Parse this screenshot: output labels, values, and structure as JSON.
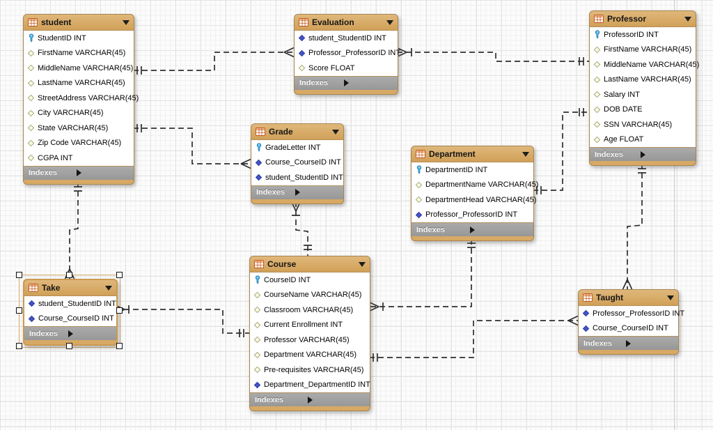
{
  "diagram": {
    "type": "eer-diagram",
    "notation": "crows-foot",
    "selected_table": "Take"
  },
  "palette": {
    "table_header": "#D7A964",
    "table_footer": "#9B9B9B",
    "table_body": "#FFFFFF",
    "selection_handle": "#FFFFFF",
    "connector": "#2E2E2E",
    "grid_minor": "#F0F0F0",
    "grid_major": "#E3E3E3",
    "page_boundary": "#C9C9C9",
    "primary_key_icon_color": "#3FA9DC",
    "foreign_key_icon_color": "#3D4EC6",
    "attribute_icon_color": "#A8A878"
  },
  "tables": [
    {
      "name": "student",
      "selected": false,
      "footer": "Indexes",
      "fields": [
        {
          "icon": "primary-key",
          "text": "StudentID INT"
        },
        {
          "icon": "attribute",
          "text": "FirstName VARCHAR(45)"
        },
        {
          "icon": "attribute",
          "text": "MiddleName VARCHAR(45)"
        },
        {
          "icon": "attribute",
          "text": "LastName VARCHAR(45)"
        },
        {
          "icon": "attribute",
          "text": "StreetAddress VARCHAR(45)"
        },
        {
          "icon": "attribute",
          "text": "City VARCHAR(45)"
        },
        {
          "icon": "attribute",
          "text": "State VARCHAR(45)"
        },
        {
          "icon": "attribute",
          "text": "Zip Code VARCHAR(45)"
        },
        {
          "icon": "attribute",
          "text": "CGPA INT"
        }
      ]
    },
    {
      "name": "Evaluation",
      "selected": false,
      "footer": "Indexes",
      "fields": [
        {
          "icon": "foreign-key",
          "text": "student_StudentID INT"
        },
        {
          "icon": "foreign-key",
          "text": "Professor_ProfessorID INT"
        },
        {
          "icon": "attribute",
          "text": "Score FLOAT"
        }
      ]
    },
    {
      "name": "Professor",
      "selected": false,
      "footer": "Indexes",
      "fields": [
        {
          "icon": "primary-key",
          "text": "ProfessorID INT"
        },
        {
          "icon": "attribute",
          "text": "FirstName VARCHAR(45)"
        },
        {
          "icon": "attribute",
          "text": "MiddleName VARCHAR(45)"
        },
        {
          "icon": "attribute",
          "text": "LastName VARCHAR(45)"
        },
        {
          "icon": "attribute",
          "text": "Salary INT"
        },
        {
          "icon": "attribute",
          "text": "DOB DATE"
        },
        {
          "icon": "attribute",
          "text": "SSN VARCHAR(45)"
        },
        {
          "icon": "attribute",
          "text": "Age FLOAT"
        }
      ]
    },
    {
      "name": "Grade",
      "selected": false,
      "footer": "Indexes",
      "fields": [
        {
          "icon": "primary-key",
          "text": "GradeLetter INT"
        },
        {
          "icon": "foreign-key",
          "text": "Course_CourseID INT"
        },
        {
          "icon": "foreign-key",
          "text": "student_StudentID INT"
        }
      ]
    },
    {
      "name": "Department",
      "selected": false,
      "footer": "Indexes",
      "fields": [
        {
          "icon": "primary-key",
          "text": "DepartmentID INT"
        },
        {
          "icon": "attribute",
          "text": "DepartmentName VARCHAR(45)"
        },
        {
          "icon": "attribute",
          "text": "DepartmentHead VARCHAR(45)"
        },
        {
          "icon": "foreign-key",
          "text": "Professor_ProfessorID INT"
        }
      ]
    },
    {
      "name": "Course",
      "selected": false,
      "footer": "Indexes",
      "fields": [
        {
          "icon": "primary-key",
          "text": "CourseID INT"
        },
        {
          "icon": "attribute",
          "text": "CourseName VARCHAR(45)"
        },
        {
          "icon": "attribute",
          "text": "Classroom VARCHAR(45)"
        },
        {
          "icon": "attribute",
          "text": "Current Enrollment INT"
        },
        {
          "icon": "attribute",
          "text": "Professor VARCHAR(45)"
        },
        {
          "icon": "attribute",
          "text": "Department VARCHAR(45)"
        },
        {
          "icon": "attribute",
          "text": "Pre-requisites VARCHAR(45)"
        },
        {
          "icon": "foreign-key",
          "text": "Department_DepartmentID INT"
        }
      ]
    },
    {
      "name": "Take",
      "selected": true,
      "footer": "Indexes",
      "fields": [
        {
          "icon": "foreign-key",
          "text": "student_StudentID INT"
        },
        {
          "icon": "foreign-key",
          "text": "Course_CourseID INT"
        }
      ]
    },
    {
      "name": "Taught",
      "selected": false,
      "footer": "Indexes",
      "fields": [
        {
          "icon": "foreign-key",
          "text": "Professor_ProfessorID INT"
        },
        {
          "icon": "foreign-key",
          "text": "Course_CourseID INT"
        }
      ]
    }
  ],
  "relationships": [
    {
      "from": "student",
      "to": "Evaluation",
      "from_end": "one-mandatory",
      "to_end": "many",
      "line": "dashed"
    },
    {
      "from": "Professor",
      "to": "Evaluation",
      "from_end": "one-mandatory",
      "to_end": "many",
      "line": "dashed"
    },
    {
      "from": "student",
      "to": "Grade",
      "from_end": "one-mandatory",
      "to_end": "many",
      "line": "dashed"
    },
    {
      "from": "student",
      "to": "Take",
      "from_end": "one-mandatory",
      "to_end": "many",
      "line": "dashed"
    },
    {
      "from": "Course",
      "to": "Grade",
      "from_end": "one-mandatory",
      "to_end": "many",
      "line": "dashed"
    },
    {
      "from": "Course",
      "to": "Take",
      "from_end": "one-mandatory",
      "to_end": "many",
      "line": "dashed"
    },
    {
      "from": "Department",
      "to": "Course",
      "from_end": "one-mandatory",
      "to_end": "many",
      "line": "dashed"
    },
    {
      "from": "Professor",
      "to": "Department",
      "from_end": "one-mandatory",
      "to_end": "one-mandatory",
      "line": "dashed"
    },
    {
      "from": "Course",
      "to": "Taught",
      "from_end": "one-mandatory",
      "to_end": "many",
      "line": "dashed"
    },
    {
      "from": "Professor",
      "to": "Taught",
      "from_end": "one-mandatory",
      "to_end": "many",
      "line": "dashed"
    }
  ]
}
